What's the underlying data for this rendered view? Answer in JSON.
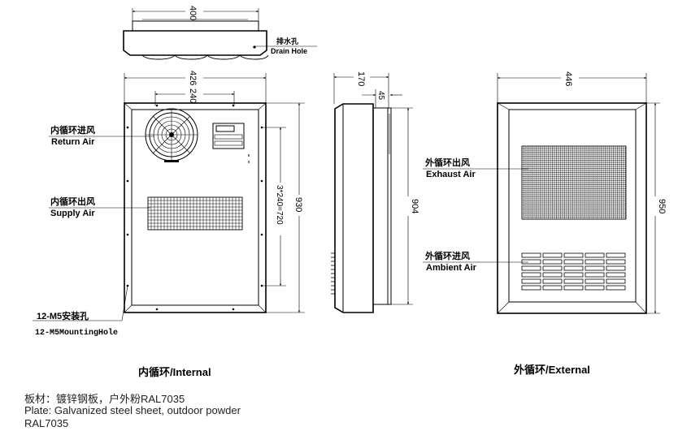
{
  "top_view": {
    "dim_width": "400",
    "drain_cn": "排水孔",
    "drain_en": "Drain Hole"
  },
  "internal_view": {
    "dim_outer": "426",
    "dim_inner": "240",
    "dim_holes": "3*240=720",
    "dim_height": "930",
    "return_cn": "内循环进风",
    "return_en": "Return Air",
    "supply_cn": "内循环出风",
    "supply_en": "Supply Air",
    "mount_cn": "12-M5安装孔",
    "mount_en": "12-M5MountingHole",
    "title": "内循环/Internal"
  },
  "side_view": {
    "dim_depth": "170",
    "dim_flange": "45",
    "dim_height": "904"
  },
  "external_view": {
    "dim_width": "446",
    "dim_height": "950",
    "exhaust_cn": "外循环出风",
    "exhaust_en": "Exhaust Air",
    "ambient_cn": "外循环进风",
    "ambient_en": "Ambient Air",
    "title": "外循环/External"
  },
  "notes": {
    "line1": "板材：镀锌钢板，户外粉RAL7035",
    "line2": "Plate: Galvanized steel sheet, outdoor powder",
    "line3": "RAL7035"
  }
}
